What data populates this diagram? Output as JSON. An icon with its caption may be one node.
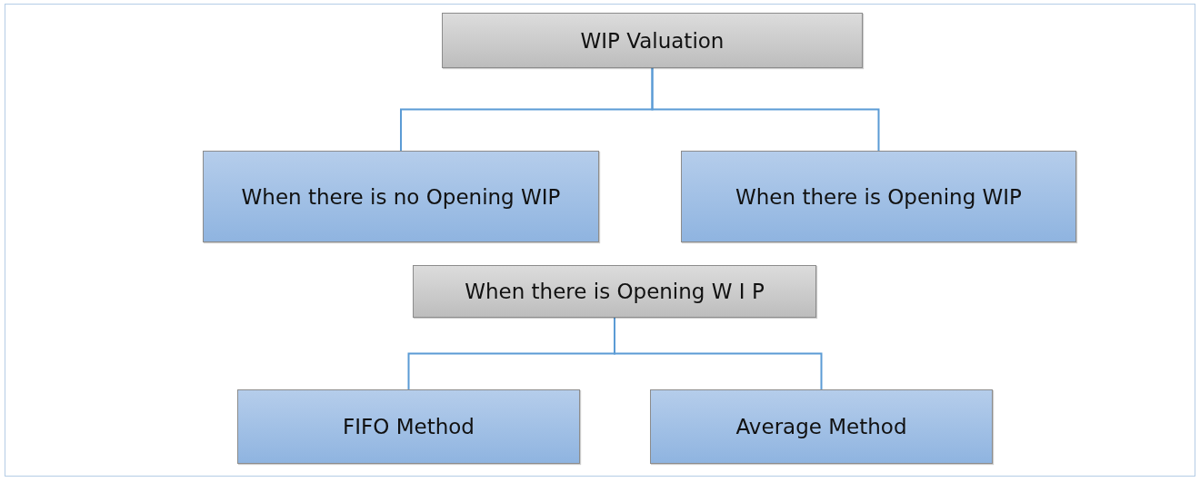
{
  "diagram": {
    "nodes": [
      {
        "text": [
          "WIP Valuation"
        ]
      },
      {
        "text": [
          "When there is no Opening WIP"
        ]
      },
      {
        "text": [
          "When there is Opening WIP"
        ]
      },
      {
        "text": [
          "When there is Opening W I P"
        ]
      },
      {
        "text": [
          "FIFO Method"
        ]
      },
      {
        "text": [
          "Average Method"
        ]
      }
    ],
    "edges": [
      {
        "from": 0,
        "to": 1,
        "arrow": "none"
      },
      {
        "from": 0,
        "to": 2,
        "arrow": "none"
      },
      {
        "from": 3,
        "to": 4,
        "arrow": "none"
      },
      {
        "from": 3,
        "to": 5,
        "arrow": "none"
      }
    ]
  }
}
